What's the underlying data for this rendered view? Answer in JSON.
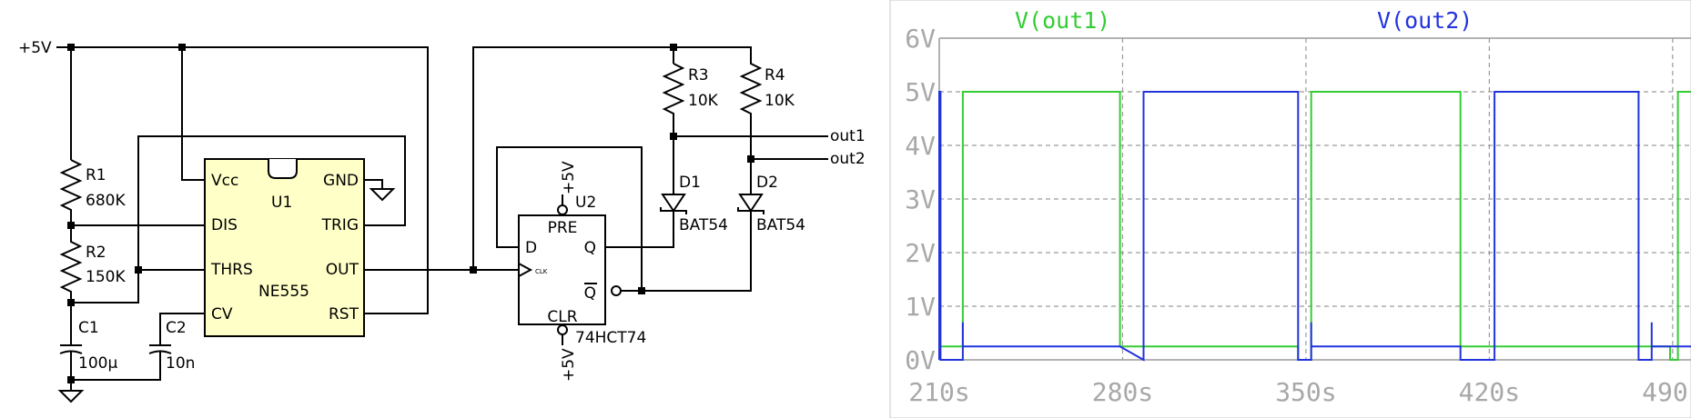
{
  "schematic": {
    "supply_top": "+5V",
    "u1": {
      "ref": "U1",
      "part": "NE555",
      "pins": {
        "vcc": "Vcc",
        "gnd": "GND",
        "dis": "DIS",
        "trig": "TRIG",
        "thrs": "THRS",
        "out": "OUT",
        "cv": "CV",
        "rst": "RST"
      }
    },
    "r1": {
      "ref": "R1",
      "value": "680K"
    },
    "r2": {
      "ref": "R2",
      "value": "150K"
    },
    "c1": {
      "ref": "C1",
      "value": "100µ"
    },
    "c2": {
      "ref": "C2",
      "value": "10n"
    },
    "u2": {
      "ref": "U2",
      "part": "74HCT74",
      "supply_top": "+5V",
      "supply_bottom": "+5V",
      "pins": {
        "pre": "PRE",
        "clr": "CLR",
        "d": "D",
        "q": "Q",
        "qbar": "Q",
        "clk": "CLK"
      }
    },
    "r3": {
      "ref": "R3",
      "value": "10K"
    },
    "r4": {
      "ref": "R4",
      "value": "10K"
    },
    "d1": {
      "ref": "D1",
      "value": "BAT54"
    },
    "d2": {
      "ref": "D2",
      "value": "BAT54"
    },
    "nets": {
      "out1": "out1",
      "out2": "out2"
    }
  },
  "chart_data": {
    "type": "line",
    "series": [
      {
        "name": "V(out1)",
        "color": "#33cc33",
        "x": [
          210,
          219,
          219,
          219,
          279,
          279,
          282,
          282,
          337,
          337,
          347,
          347,
          352,
          352,
          409,
          409,
          417,
          417,
          422,
          422,
          477,
          477,
          489,
          489,
          492,
          492,
          497
        ],
        "y": [
          0.25,
          0.25,
          5,
          5,
          5,
          0.25,
          0.25,
          0.25,
          0.25,
          0.25,
          0.25,
          0,
          0,
          5,
          5,
          0.25,
          0.25,
          0.25,
          0.25,
          0.25,
          0.25,
          0.25,
          0.25,
          0,
          0,
          5,
          5
        ]
      },
      {
        "name": "V(out2)",
        "color": "#2233dd",
        "x": [
          210,
          210,
          210.5,
          210.5,
          219,
          219,
          219,
          279,
          279,
          288,
          288,
          347,
          347,
          352,
          352,
          352,
          409,
          409,
          422,
          422,
          477,
          477,
          482,
          482,
          482,
          497
        ],
        "y": [
          0,
          5,
          5,
          0,
          0,
          0.7,
          0.25,
          0.25,
          0.25,
          0,
          5,
          5,
          0,
          0,
          0.7,
          0.25,
          0.25,
          0,
          0,
          5,
          5,
          0,
          0,
          0.7,
          0.25,
          0.25
        ]
      }
    ],
    "x_ticks": [
      "210s",
      "280s",
      "350s",
      "420s",
      "490s"
    ],
    "x_tick_values": [
      210,
      280,
      350,
      420,
      490
    ],
    "y_ticks": [
      "0V",
      "1V",
      "2V",
      "3V",
      "4V",
      "5V",
      "6V"
    ],
    "y_tick_values": [
      0,
      1,
      2,
      3,
      4,
      5,
      6
    ],
    "xlim": [
      210,
      497
    ],
    "ylim": [
      0,
      6
    ],
    "grid": true
  }
}
